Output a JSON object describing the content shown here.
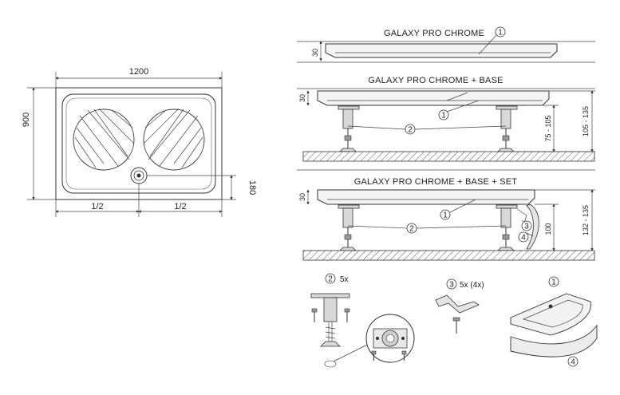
{
  "plan_view": {
    "width_label": "1200",
    "depth_label": "900",
    "drain_offset_label": "180",
    "half_left_label": "1/2",
    "half_right_label": "1/2"
  },
  "section_tray": {
    "title": "GALAXY PRO CHROME",
    "height_label": "30",
    "callout": "1"
  },
  "section_base": {
    "title": "GALAXY PRO CHROME + BASE",
    "height_label": "30",
    "callout_tray": "1",
    "callout_leg": "2",
    "leg_range_label": "75 - 105",
    "total_range_label": "105 - 135"
  },
  "section_set": {
    "title": "GALAXY PRO CHROME + BASE + SET",
    "height_label": "30",
    "callout_tray": "1",
    "callout_leg": "2",
    "callout_bracket": "3",
    "callout_panel": "4",
    "panel_height_label": "100",
    "total_range_label": "132 - 135"
  },
  "parts": {
    "leg_callout": "2",
    "leg_qty": "5x",
    "bracket_callout": "3",
    "bracket_qty": "5x (4x)",
    "tray_callout": "1",
    "panel_callout": "4"
  }
}
